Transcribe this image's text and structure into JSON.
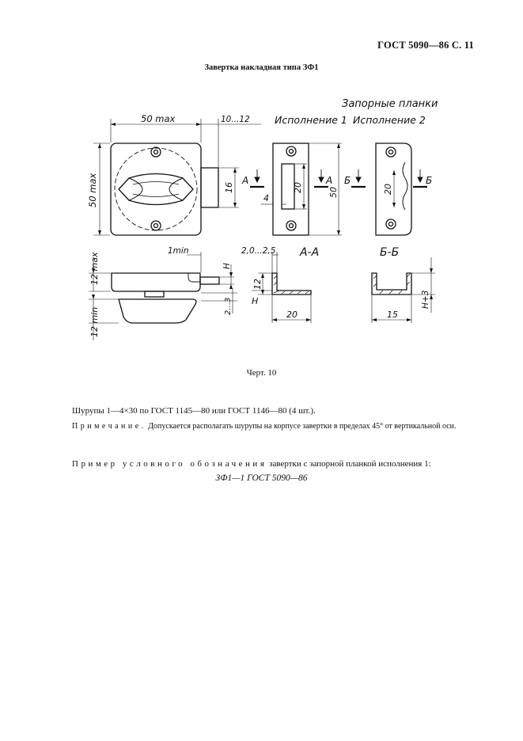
{
  "header": "ГОСТ 5090—86 С. 11",
  "title": "Завертка накладная типа ЗФ1",
  "drawing": {
    "striker_plates": "Запорные планки",
    "version1": "Исполнение 1",
    "version2": "Исполнение 2",
    "dim_50max_top": "50 max",
    "dim_10_12": "10...12",
    "dim_50max_side": "50 max",
    "dim_16": "16",
    "dim_20_a": "20",
    "dim_4": "4",
    "dim_50": "50",
    "dim_20_b": "20",
    "cut_A1": "А",
    "cut_A2": "А",
    "cut_B1": "Б",
    "cut_B2": "Б",
    "dim_1min": "1min",
    "dim_H_top": "H",
    "dim_2_25": "2,0...2,5",
    "section_AA": "А-А",
    "section_BB": "Б-Б",
    "dim_12max": "12 max",
    "dim_12": "12",
    "dim_H_side": "H",
    "dim_2_3": "2...3",
    "dim_20_c": "20",
    "dim_15": "15",
    "dim_H3": "H+3",
    "dim_12min": "12 min"
  },
  "caption": "Черт. 10",
  "screws": "Шурупы 1—4×30 по ГОСТ 1145—80 или ГОСТ 1146—80 (4 шт.).",
  "note_label": "Примечание.",
  "note_text": " Допускается располагать шурупы на корпусе завертки в пределах 45° от вертикальной оси.",
  "example_label": "Пример условного обозначения",
  "example_text": " завертки с запорной планкой исполнения 1:",
  "designation": "ЗФ1—1 ГОСТ 5090—86"
}
